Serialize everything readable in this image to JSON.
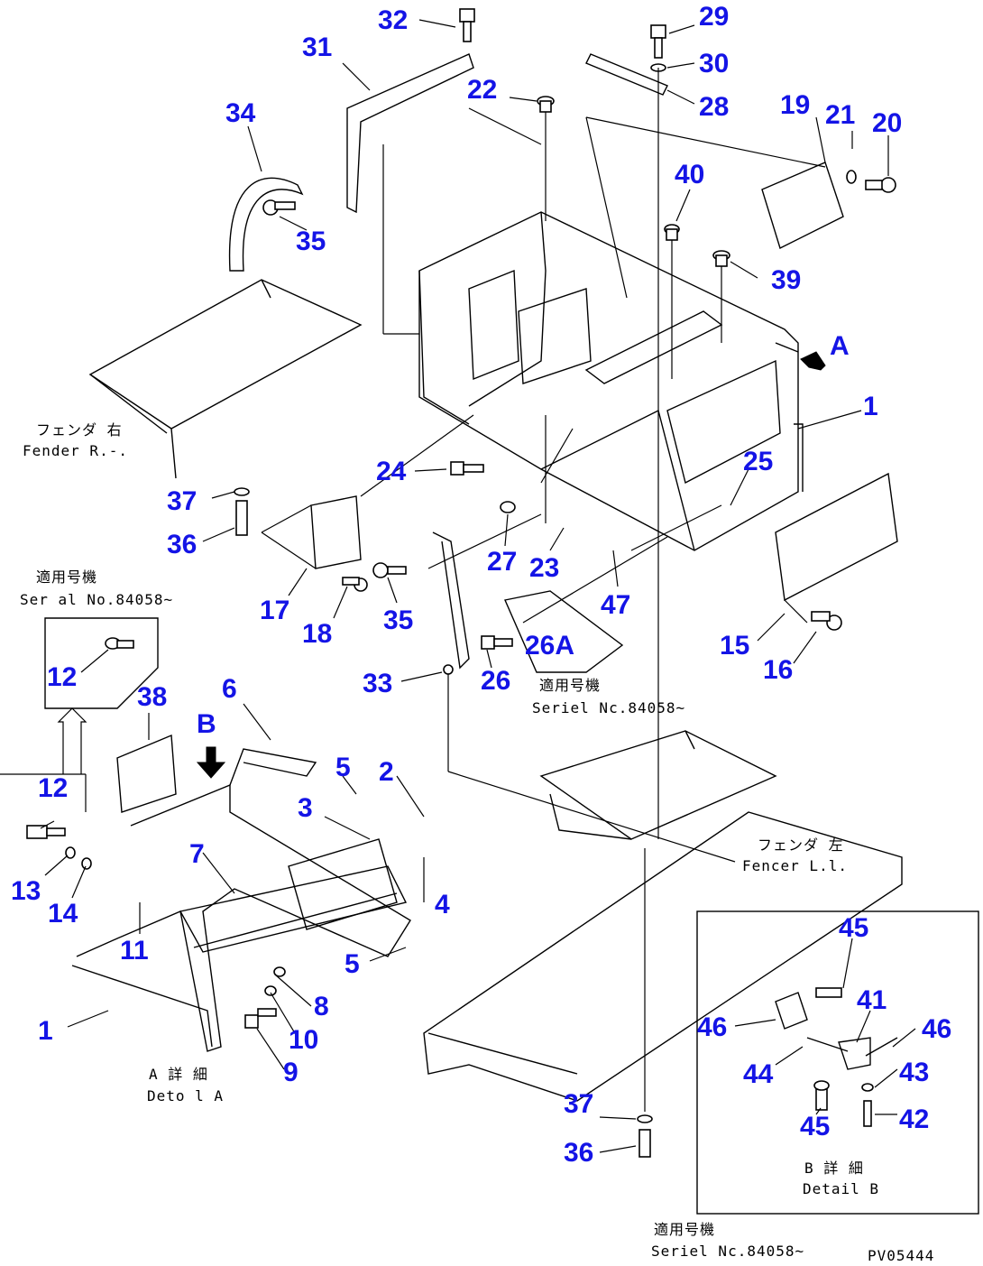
{
  "diagram": {
    "drawing_code": "PV05444",
    "view_labels": {
      "a": "A",
      "b": "B"
    },
    "notes": {
      "fender_r_jp": "フェンダ 右",
      "fender_r_en": "Fender R.-.",
      "fender_l_jp": "フェンダ 左",
      "fender_l_en": "Fencer L.l.",
      "serial_left_jp": "適用号機",
      "serial_left_en": "Ser al No.84058~",
      "serial_mid_jp": "適用号機",
      "serial_mid_en": "Seriel Nc.84058~",
      "serial_bottom_jp": "適用号機",
      "serial_bottom_en": "Seriel Nc.84058~",
      "detail_a_jp": "A 詳 細",
      "detail_a_en": "Deto l A",
      "detail_b_jp": "B 詳 細",
      "detail_b_en": "Detail B"
    },
    "callouts": {
      "c1a": "1",
      "c1b": "1",
      "c2": "2",
      "c3": "3",
      "c4": "4",
      "c5a": "5",
      "c5b": "5",
      "c6": "6",
      "c7": "7",
      "c8": "8",
      "c9": "9",
      "c10": "10",
      "c11": "11",
      "c12a": "12",
      "c12b": "12",
      "c13": "13",
      "c14": "14",
      "c15": "15",
      "c16": "16",
      "c17": "17",
      "c18": "18",
      "c19": "19",
      "c20": "20",
      "c21": "21",
      "c22": "22",
      "c23": "23",
      "c24": "24",
      "c25": "25",
      "c26": "26",
      "c26a": "26A",
      "c27": "27",
      "c28": "28",
      "c29": "29",
      "c30": "30",
      "c31": "31",
      "c32": "32",
      "c33": "33",
      "c34": "34",
      "c35a": "35",
      "c35b": "35",
      "c36a": "36",
      "c36b": "36",
      "c37a": "37",
      "c37b": "37",
      "c38": "38",
      "c39": "39",
      "c40": "40",
      "c41": "41",
      "c42": "42",
      "c43": "43",
      "c44": "44",
      "c45a": "45",
      "c45b": "45",
      "c46a": "46",
      "c46b": "46",
      "c47": "47"
    }
  }
}
